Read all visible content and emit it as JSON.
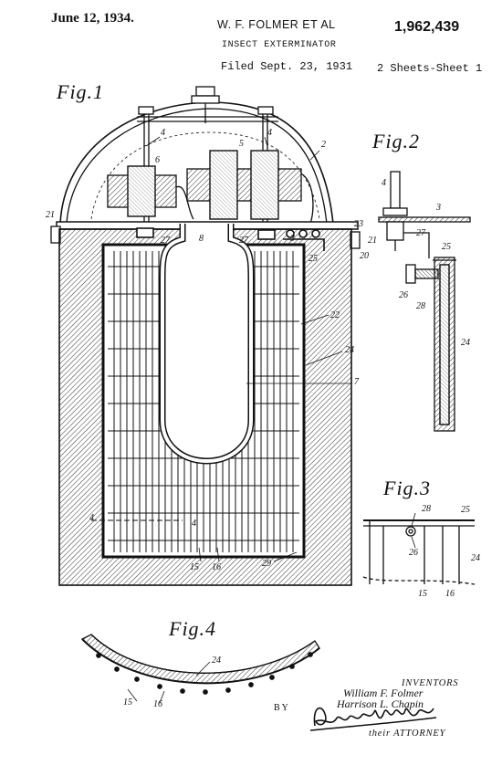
{
  "header": {
    "date": "June 12, 1934.",
    "inventor": "W. F. FOLMER ET AL",
    "patent_number": "1,962,439",
    "title": "INSECT EXTERMINATOR",
    "filed": "Filed Sept. 23, 1931",
    "sheets": "2 Sheets-Sheet 1"
  },
  "figures": {
    "fig1": "Fig.1",
    "fig2": "Fig.2",
    "fig3": "Fig.3",
    "fig4": "Fig.4"
  },
  "refs": {
    "r2": "2",
    "r3": "3",
    "r4": "4",
    "r5": "5",
    "r6": "6",
    "r7": "7",
    "r8": "8",
    "r15": "15",
    "r16": "16",
    "r20": "20",
    "r21": "21",
    "r22": "22",
    "r23": "23",
    "r24": "24",
    "r25": "25",
    "r26": "26",
    "r27": "27",
    "r28": "28",
    "r29": "29"
  },
  "footer": {
    "inventors_label": "INVENTORS",
    "name1": "William F. Folmer",
    "name2": "Harrison L. Chapin",
    "by": "BY",
    "attorney": "their ATTORNEY"
  },
  "signature_text": "Russell B. Griffith"
}
